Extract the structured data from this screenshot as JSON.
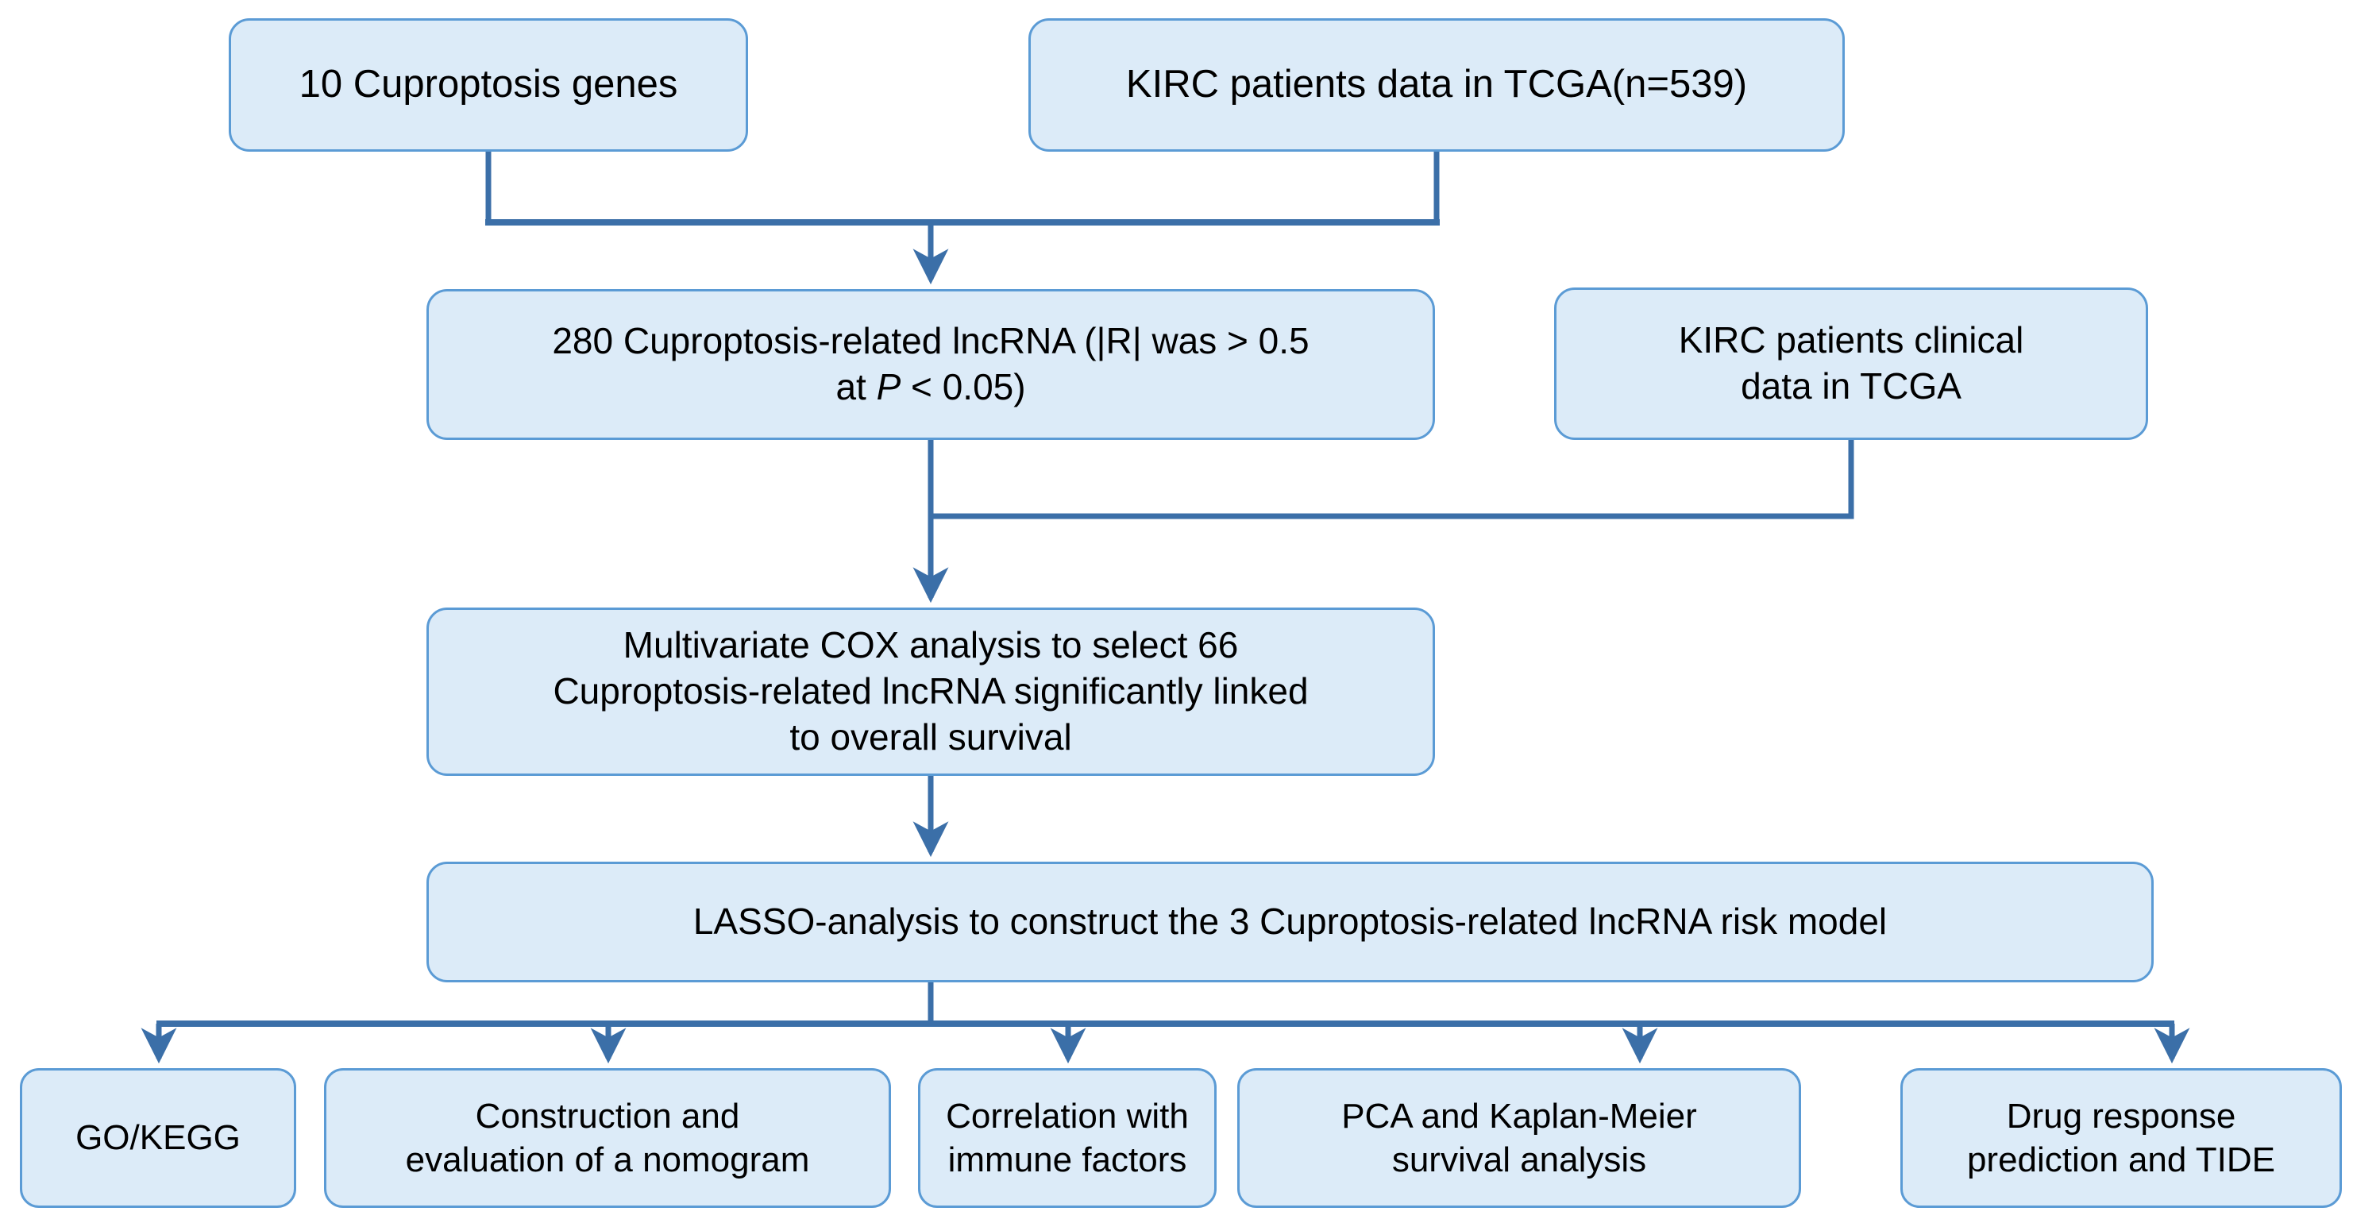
{
  "diagram": {
    "type": "flowchart",
    "title": "Study workflow for cuproptosis-related lncRNA risk model in KIRC",
    "colors": {
      "node_fill": "#dcebf8",
      "node_border": "#5b9bd5",
      "connector": "#3b6fa8",
      "text": "#000000",
      "background": "#ffffff"
    },
    "nodes": {
      "genes": {
        "label": "10 Cuproptosis genes"
      },
      "tcga": {
        "label": "KIRC patients data in TCGA(n=539)"
      },
      "lnc280": {
        "label_line1": "280 Cuproptosis-related lncRNA (|R| was > 0.5",
        "label_line2_prefix": "at ",
        "label_line2_italic": "P",
        "label_line2_suffix": " < 0.05)"
      },
      "clinical": {
        "label": "KIRC patients  clinical\ndata in TCGA"
      },
      "cox": {
        "label": "Multivariate COX analysis to select 66\nCuproptosis-related lncRNA significantly linked\nto overall survival"
      },
      "lasso": {
        "label": "LASSO-analysis to construct the 3 Cuproptosis-related lncRNA  risk model"
      },
      "go": {
        "label": "GO/KEGG"
      },
      "nomogram": {
        "label": "Construction and\nevaluation of a nomogram"
      },
      "immune": {
        "label": "Correlation with\nimmune factors"
      },
      "pca": {
        "label": "PCA and Kaplan-Meier\nsurvival analysis"
      },
      "drug": {
        "label": "Drug response\nprediction and TIDE"
      }
    },
    "edges": [
      {
        "from": "genes",
        "to": "lnc280"
      },
      {
        "from": "tcga",
        "to": "lnc280"
      },
      {
        "from": "lnc280",
        "to": "cox"
      },
      {
        "from": "clinical",
        "to": "cox"
      },
      {
        "from": "cox",
        "to": "lasso"
      },
      {
        "from": "lasso",
        "to": "go"
      },
      {
        "from": "lasso",
        "to": "nomogram"
      },
      {
        "from": "lasso",
        "to": "immune"
      },
      {
        "from": "lasso",
        "to": "pca"
      },
      {
        "from": "lasso",
        "to": "drug"
      }
    ]
  }
}
